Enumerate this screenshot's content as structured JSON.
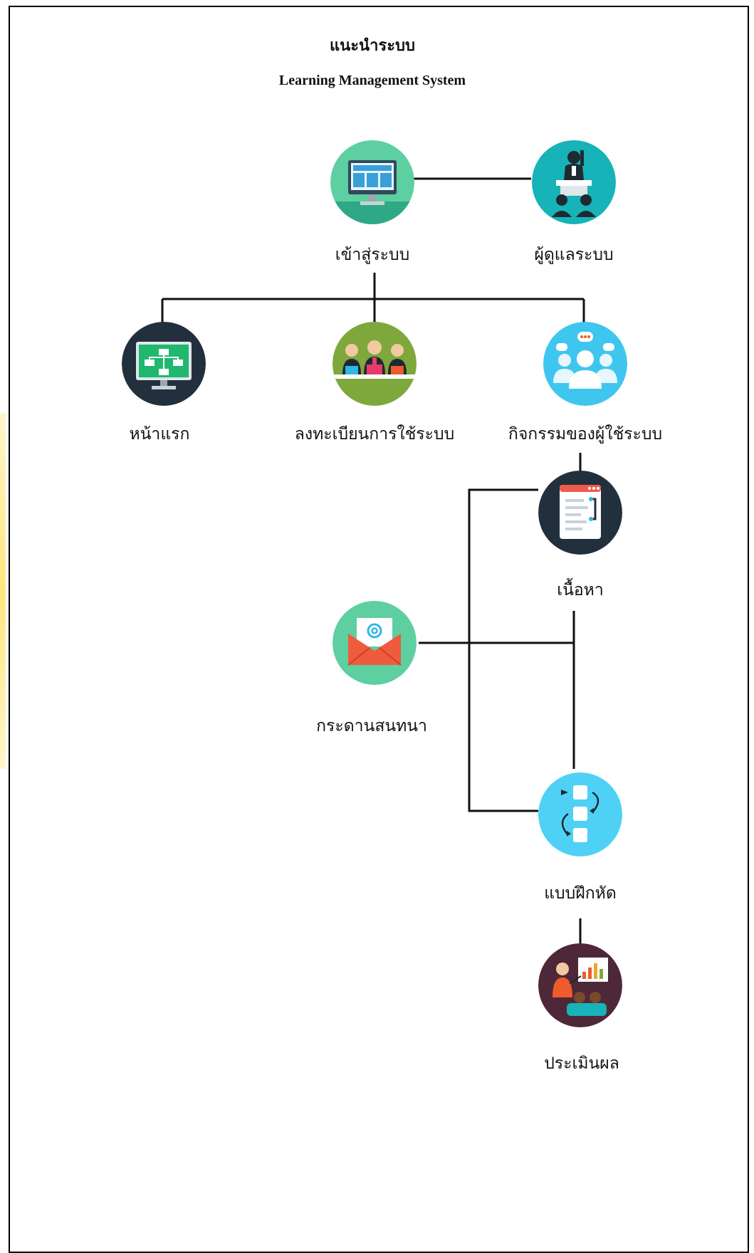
{
  "title": "แนะนำระบบ",
  "subtitle": "Learning Management System",
  "nodes": {
    "login": {
      "label": "เข้าสู่ระบบ",
      "icon": "monitor-website-icon",
      "color": "#5ecfa0"
    },
    "admin": {
      "label": "ผู้ดูแลระบบ",
      "icon": "presenter-audience-icon",
      "color": "#17b3b8"
    },
    "home": {
      "label": "หน้าแรก",
      "icon": "flowchart-monitor-icon",
      "color": "#22303e"
    },
    "register": {
      "label": "ลงทะเบียนการใช้ระบบ",
      "icon": "team-laptops-icon",
      "color": "#7ea83c"
    },
    "activities": {
      "label": "กิจกรรมของผู้ใช้ระบบ",
      "icon": "users-chat-icon",
      "color": "#3fc6ef"
    },
    "content": {
      "label": "เนื้อหา",
      "icon": "document-window-icon",
      "color": "#22303e"
    },
    "board": {
      "label": "กระดานสนทนา",
      "icon": "email-envelope-icon",
      "color": "#5ecfa0"
    },
    "exercise": {
      "label": "แบบฝึกหัด",
      "icon": "workflow-steps-icon",
      "color": "#4fd1f5"
    },
    "evaluation": {
      "label": "ประเมินผล",
      "icon": "presentation-chart-icon",
      "color": "#4e2838"
    }
  }
}
